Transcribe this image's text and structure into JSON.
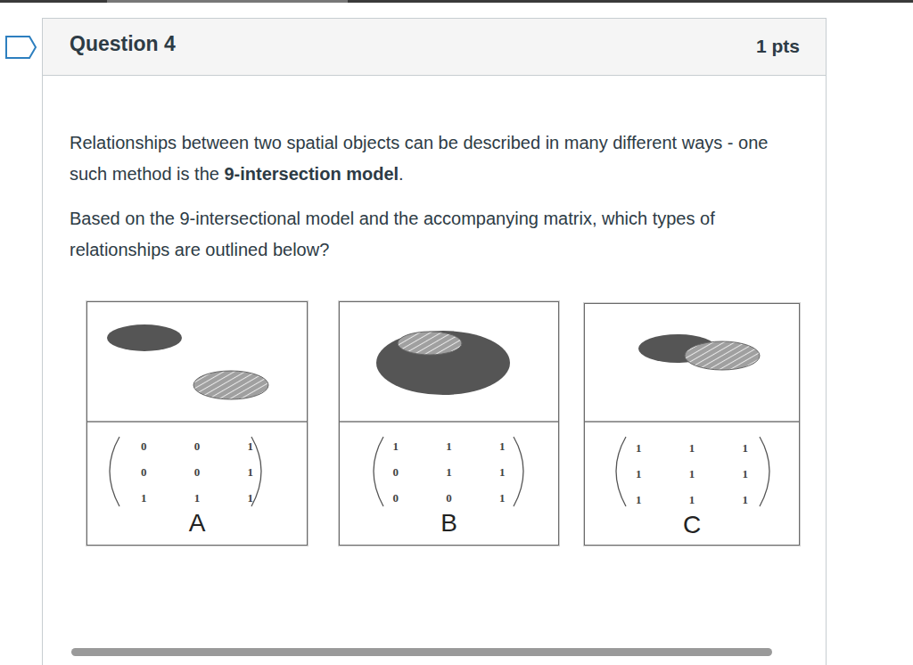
{
  "diagram": {
    "title": "Question 4",
    "nodes": [
      {
        "text": [
          "0 0 1",
          "0 0 1",
          "1 1 1",
          "A"
        ]
      },
      {
        "text": [
          "1 1 1",
          "0 1 1",
          "0 0 1",
          "B"
        ]
      },
      {
        "text": [
          "1 1 1",
          "1 1 1",
          "1 1 1",
          "C"
        ]
      }
    ],
    "labels": [
      "1 pts",
      "Relationships between two spatial objects can be described in many different ways - one such method is the",
      "9-intersection model",
      ".",
      "Based on the 9-intersectional model and the accompanying matrix, which types of relationships are outlined below?"
    ]
  }
}
